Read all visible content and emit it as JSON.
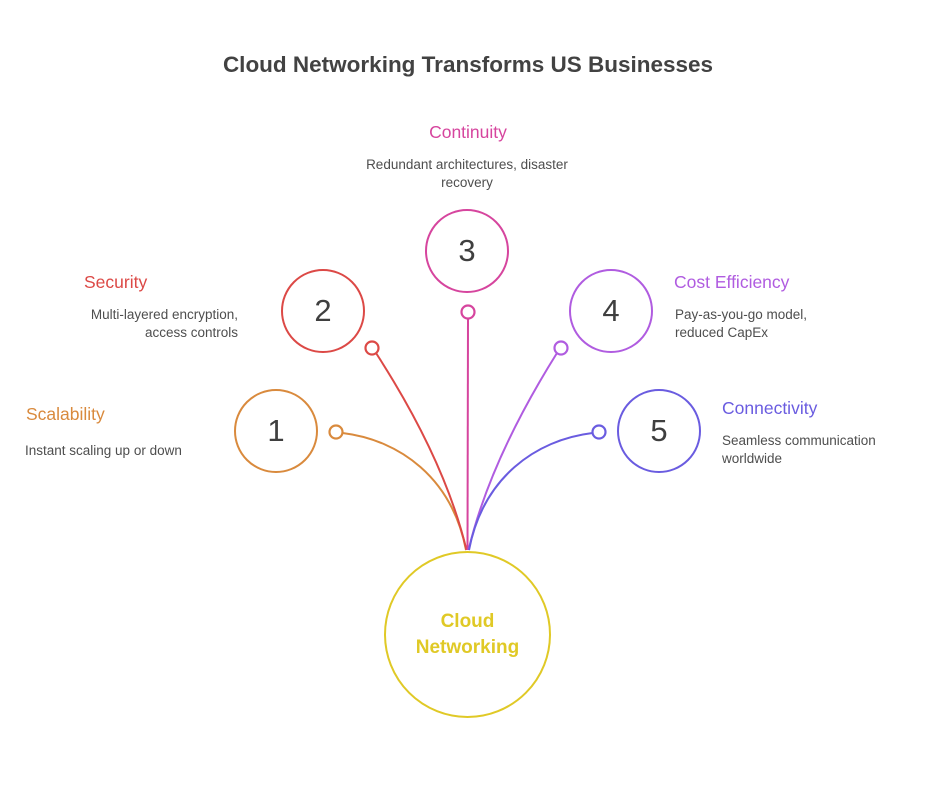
{
  "title": "Cloud Networking Transforms US Businesses",
  "center": {
    "label": "Cloud Networking",
    "color": "#E0C926"
  },
  "nodes": [
    {
      "number": "1",
      "label": "Scalability",
      "description": "Instant scaling up or down",
      "color": "#D98A3D"
    },
    {
      "number": "2",
      "label": "Security",
      "description": "Multi-layered encryption, access controls",
      "color": "#DC4946"
    },
    {
      "number": "3",
      "label": "Continuity",
      "description": "Redundant architectures, disaster recovery",
      "color": "#D6459E"
    },
    {
      "number": "4",
      "label": "Cost Efficiency",
      "description": "Pay-as-you-go model, reduced CapEx",
      "color": "#B05CE0"
    },
    {
      "number": "5",
      "label": "Connectivity",
      "description": "Seamless communication worldwide",
      "color": "#6A5CE0"
    }
  ],
  "text_colors": {
    "title": "#424242",
    "number": "#3f3f3f",
    "description": "#4e4e4e"
  }
}
